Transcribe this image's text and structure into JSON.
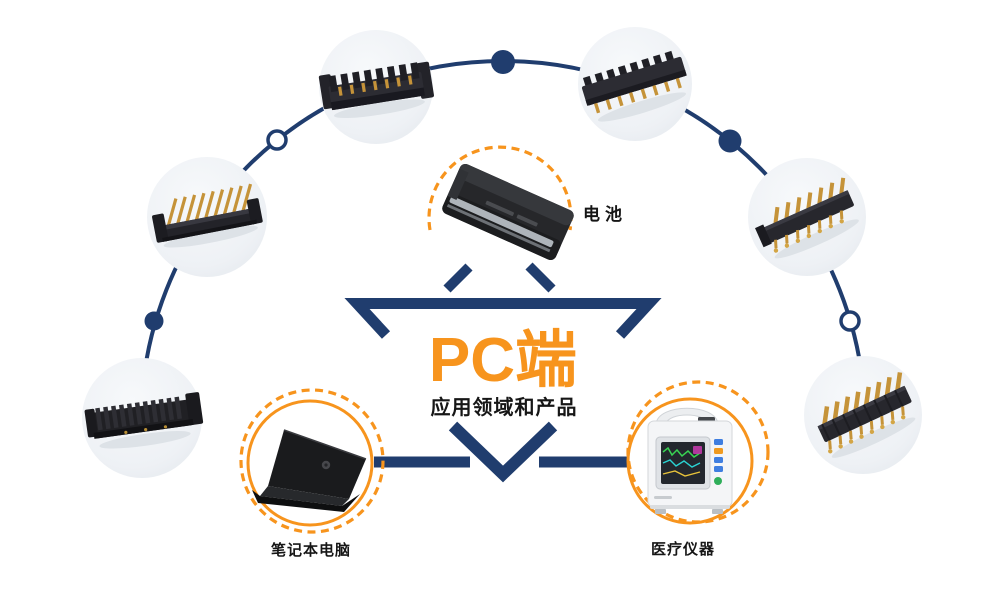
{
  "title": {
    "main": "PC端",
    "subtitle": "应用领域和产品"
  },
  "callouts": {
    "battery": {
      "label": "电池"
    },
    "laptop": {
      "label": "笔记本电脑"
    },
    "medical": {
      "label": "医疗仪器"
    }
  },
  "colors": {
    "navy": "#203d6e",
    "orange": "#f7941d",
    "circle_fill": "#edf0f4",
    "gold": "#c59339",
    "text_dark": "#161616",
    "bg": "#ffffff"
  },
  "connectors": [
    {
      "id": "connector-bottom-left",
      "name": "black-ribbed-battery-connector"
    },
    {
      "id": "connector-left",
      "name": "right-angle-gold-pin-connector"
    },
    {
      "id": "connector-top-left",
      "name": "crimp-slot-battery-connector"
    },
    {
      "id": "connector-top-right",
      "name": "smt-gold-pin-battery-connector"
    },
    {
      "id": "connector-right",
      "name": "dual-row-gold-pin-header"
    },
    {
      "id": "connector-bottom-right",
      "name": "angled-gold-pin-header"
    }
  ]
}
